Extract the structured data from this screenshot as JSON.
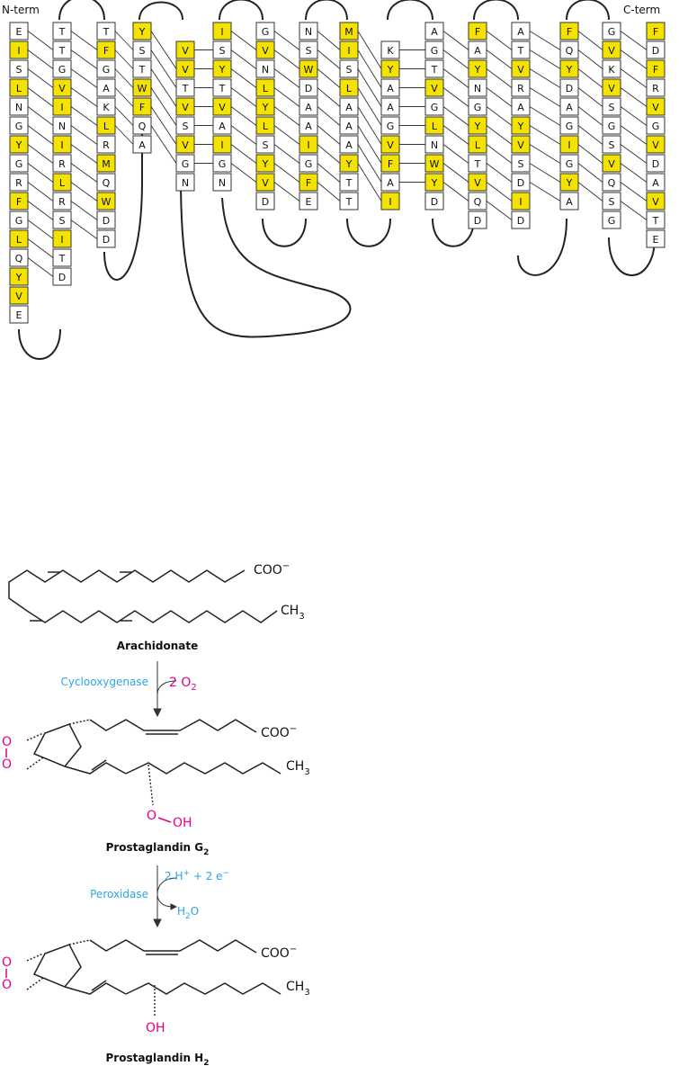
{
  "topology": {
    "n_term_label": "N-term",
    "c_term_label": "C-term",
    "highlight_color": "#f4e300",
    "columns": [
      [
        [
          "E",
          0
        ],
        [
          "I",
          1
        ],
        [
          "S",
          0
        ],
        [
          "L",
          1
        ],
        [
          "N",
          0
        ],
        [
          "G",
          0
        ],
        [
          "Y",
          1
        ],
        [
          "G",
          0
        ],
        [
          "R",
          0
        ],
        [
          "F",
          1
        ],
        [
          "G",
          0
        ],
        [
          "L",
          1
        ],
        [
          "Q",
          0
        ],
        [
          "Y",
          1
        ],
        [
          "V",
          1
        ],
        [
          "E",
          0
        ]
      ],
      [
        [
          "T",
          0
        ],
        [
          "T",
          0
        ],
        [
          "G",
          0
        ],
        [
          "V",
          1
        ],
        [
          "I",
          1
        ],
        [
          "N",
          0
        ],
        [
          "I",
          1
        ],
        [
          "R",
          0
        ],
        [
          "L",
          1
        ],
        [
          "R",
          0
        ],
        [
          "S",
          0
        ],
        [
          "I",
          1
        ],
        [
          "T",
          0
        ],
        [
          "D",
          0
        ]
      ],
      [
        [
          "T",
          0
        ],
        [
          "F",
          1
        ],
        [
          "G",
          0
        ],
        [
          "A",
          0
        ],
        [
          "K",
          0
        ],
        [
          "L",
          1
        ],
        [
          "R",
          0
        ],
        [
          "M",
          1
        ],
        [
          "Q",
          0
        ],
        [
          "W",
          1
        ],
        [
          "D",
          0
        ],
        [
          "D",
          0
        ]
      ],
      [
        [
          "Y",
          1
        ],
        [
          "S",
          0
        ],
        [
          "T",
          0
        ],
        [
          "W",
          1
        ],
        [
          "F",
          1
        ],
        [
          "Q",
          0
        ],
        [
          "A",
          0
        ]
      ],
      [
        [
          "V",
          1
        ],
        [
          "V",
          1
        ],
        [
          "T",
          0
        ],
        [
          "V",
          1
        ],
        [
          "S",
          0
        ],
        [
          "V",
          1
        ],
        [
          "G",
          0
        ],
        [
          "N",
          0
        ]
      ],
      [
        [
          "I",
          1
        ],
        [
          "S",
          0
        ],
        [
          "Y",
          1
        ],
        [
          "T",
          0
        ],
        [
          "V",
          1
        ],
        [
          "A",
          0
        ],
        [
          "I",
          1
        ],
        [
          "G",
          0
        ],
        [
          "N",
          0
        ]
      ],
      [
        [
          "G",
          0
        ],
        [
          "V",
          1
        ],
        [
          "N",
          0
        ],
        [
          "L",
          1
        ],
        [
          "Y",
          1
        ],
        [
          "L",
          1
        ],
        [
          "S",
          0
        ],
        [
          "Y",
          1
        ],
        [
          "V",
          1
        ],
        [
          "D",
          0
        ]
      ],
      [
        [
          "N",
          0
        ],
        [
          "S",
          0
        ],
        [
          "W",
          1
        ],
        [
          "D",
          0
        ],
        [
          "A",
          0
        ],
        [
          "A",
          0
        ],
        [
          "I",
          1
        ],
        [
          "G",
          0
        ],
        [
          "F",
          1
        ],
        [
          "E",
          0
        ]
      ],
      [
        [
          "M",
          1
        ],
        [
          "I",
          1
        ],
        [
          "S",
          0
        ],
        [
          "L",
          1
        ],
        [
          "A",
          0
        ],
        [
          "A",
          0
        ],
        [
          "A",
          0
        ],
        [
          "Y",
          1
        ],
        [
          "T",
          0
        ],
        [
          "T",
          0
        ]
      ],
      [
        [
          "K",
          0
        ],
        [
          "Y",
          1
        ],
        [
          "A",
          0
        ],
        [
          "A",
          0
        ],
        [
          "G",
          0
        ],
        [
          "V",
          1
        ],
        [
          "F",
          1
        ],
        [
          "A",
          0
        ],
        [
          "I",
          1
        ]
      ],
      [
        [
          "A",
          0
        ],
        [
          "G",
          0
        ],
        [
          "T",
          0
        ],
        [
          "V",
          1
        ],
        [
          "G",
          0
        ],
        [
          "L",
          1
        ],
        [
          "N",
          0
        ],
        [
          "W",
          1
        ],
        [
          "Y",
          1
        ],
        [
          "D",
          0
        ]
      ],
      [
        [
          "F",
          1
        ],
        [
          "A",
          0
        ],
        [
          "Y",
          1
        ],
        [
          "N",
          0
        ],
        [
          "G",
          0
        ],
        [
          "Y",
          1
        ],
        [
          "L",
          1
        ],
        [
          "T",
          0
        ],
        [
          "V",
          1
        ],
        [
          "Q",
          0
        ],
        [
          "D",
          0
        ]
      ],
      [
        [
          "A",
          0
        ],
        [
          "T",
          0
        ],
        [
          "V",
          1
        ],
        [
          "R",
          0
        ],
        [
          "A",
          0
        ],
        [
          "Y",
          1
        ],
        [
          "V",
          1
        ],
        [
          "S",
          0
        ],
        [
          "D",
          0
        ],
        [
          "I",
          1
        ],
        [
          "D",
          0
        ]
      ],
      [
        [
          "F",
          1
        ],
        [
          "Q",
          0
        ],
        [
          "Y",
          1
        ],
        [
          "D",
          0
        ],
        [
          "A",
          0
        ],
        [
          "G",
          0
        ],
        [
          "I",
          1
        ],
        [
          "G",
          0
        ],
        [
          "Y",
          1
        ],
        [
          "A",
          0
        ]
      ],
      [
        [
          "G",
          0
        ],
        [
          "V",
          1
        ],
        [
          "K",
          0
        ],
        [
          "V",
          1
        ],
        [
          "S",
          0
        ],
        [
          "G",
          0
        ],
        [
          "S",
          0
        ],
        [
          "V",
          1
        ],
        [
          "Q",
          0
        ],
        [
          "S",
          0
        ],
        [
          "G",
          0
        ]
      ],
      [
        [
          "F",
          1
        ],
        [
          "D",
          0
        ],
        [
          "F",
          1
        ],
        [
          "R",
          0
        ],
        [
          "V",
          1
        ],
        [
          "G",
          0
        ],
        [
          "V",
          1
        ],
        [
          "D",
          0
        ],
        [
          "A",
          0
        ],
        [
          "V",
          1
        ],
        [
          "T",
          0
        ],
        [
          "E",
          0
        ]
      ]
    ]
  },
  "pathway": {
    "compounds": {
      "arachidonate": "Arachidonate",
      "pgg2_name": "Prostaglandin G",
      "pgg2_sub": "2",
      "pgh2_name": "Prostaglandin H",
      "pgh2_sub": "2"
    },
    "step1": {
      "enzyme": "Cyclooxygenase",
      "cosubstrate": "2 O",
      "cosubstrate_sub": "2"
    },
    "step2": {
      "enzyme": "Peroxidase",
      "cosubstrate_a": "2 H",
      "cosubstrate_a_sup": "+",
      "cosubstrate_b": " + 2 e",
      "cosubstrate_b_sup": "−",
      "product_a": "H",
      "product_sub": "2",
      "product_b": "O"
    },
    "groups": {
      "coo": "COO",
      "coo_charge": "−",
      "ch3": "CH",
      "ch3_sub": "3",
      "o": "O",
      "oh": "OH"
    }
  }
}
